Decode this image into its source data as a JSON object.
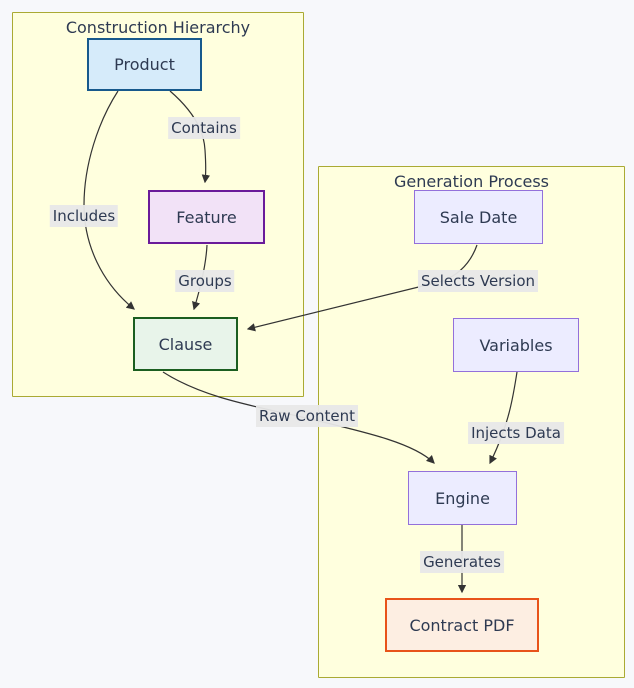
{
  "diagram": {
    "type": "flowchart",
    "background": "#f7f8fb",
    "cluster_fill": "#ffffde",
    "cluster_border": "#aaaa33",
    "edge_color": "#333333",
    "edge_label_bg": "#e8e8e8",
    "text_color": "#2e3a52"
  },
  "clusters": [
    {
      "title": "Construction Hierarchy"
    },
    {
      "title": "Generation Process"
    }
  ],
  "nodes": [
    {
      "label": "Product",
      "fill": "#d6ebfa",
      "stroke": "#17598c"
    },
    {
      "label": "Feature",
      "fill": "#f2e2f7",
      "stroke": "#6a1b9a"
    },
    {
      "label": "Clause",
      "fill": "#e8f4ea",
      "stroke": "#1b5e20"
    },
    {
      "label": "Sale Date",
      "fill": "#ececff",
      "stroke": "#9370db"
    },
    {
      "label": "Variables",
      "fill": "#ececff",
      "stroke": "#9370db"
    },
    {
      "label": "Engine",
      "fill": "#ececff",
      "stroke": "#9370db"
    },
    {
      "label": "Contract PDF",
      "fill": "#fdeee2",
      "stroke": "#e8531a"
    }
  ],
  "edges": [
    {
      "from": "Product",
      "to": "Feature",
      "label": "Contains"
    },
    {
      "from": "Product",
      "to": "Clause",
      "label": "Includes"
    },
    {
      "from": "Feature",
      "to": "Clause",
      "label": "Groups"
    },
    {
      "from": "Sale Date",
      "to": "Clause",
      "label": "Selects Version"
    },
    {
      "from": "Clause",
      "to": "Engine",
      "label": "Raw Content"
    },
    {
      "from": "Variables",
      "to": "Engine",
      "label": "Injects Data"
    },
    {
      "from": "Engine",
      "to": "Contract PDF",
      "label": "Generates"
    }
  ]
}
